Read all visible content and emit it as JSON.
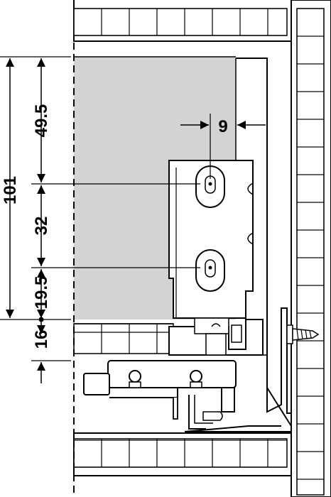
{
  "dimensions": {
    "total_height": "101",
    "top_offset": "49.5",
    "hole_spacing": "32",
    "bottom_hole_offset": "19.5",
    "bottom_gap": "16",
    "horizontal_offset": "9"
  },
  "colors": {
    "front_panel": "#d3d3d3",
    "stroke": "#000000",
    "background": "#ffffff"
  }
}
